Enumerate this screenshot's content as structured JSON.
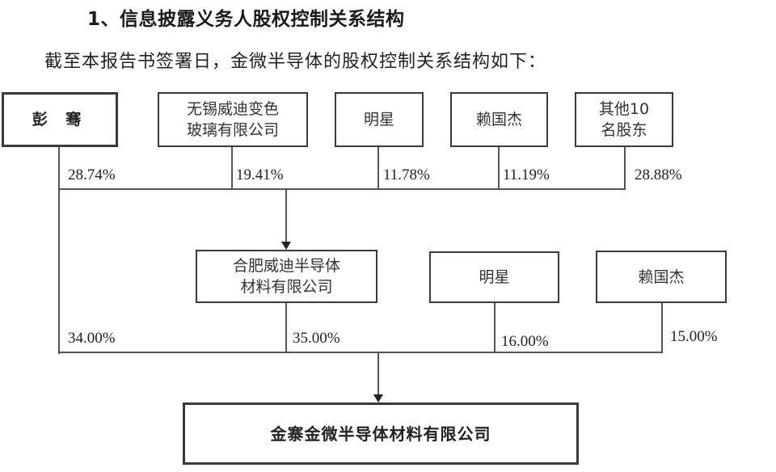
{
  "heading": "1、信息披露义务人股权控制关系结构",
  "intro": "截至本报告书签署日，金微半导体的股权控制关系结构如下：",
  "top_shareholders": [
    {
      "name": "彭 骞",
      "pct": "28.74%"
    },
    {
      "name": "无锡威迪变色玻璃有限公司",
      "line1": "无锡威迪变色",
      "line2": "玻璃有限公司",
      "pct": "19.41%"
    },
    {
      "name": "明星",
      "pct": "11.78%"
    },
    {
      "name": "赖国杰",
      "pct": "11.19%"
    },
    {
      "name": "其他10名股东",
      "line1": "其他10",
      "line2": "名股东",
      "pct": "28.88%"
    }
  ],
  "intermediate": {
    "name": "合肥威迪半导体材料有限公司",
    "line1": "合肥威迪半导体",
    "line2": "材料有限公司"
  },
  "target_shareholders": [
    {
      "name": "彭骞",
      "pct": "34.00%"
    },
    {
      "name": "合肥威迪半导体材料有限公司",
      "pct": "35.00%"
    },
    {
      "name": "明星",
      "pct": "16.00%"
    },
    {
      "name": "赖国杰",
      "pct": "15.00%"
    }
  ],
  "target_company": "金寨金微半导体材料有限公司",
  "colors": {
    "line": "#555555",
    "border": "#3a3a3a",
    "text": "#222222"
  }
}
